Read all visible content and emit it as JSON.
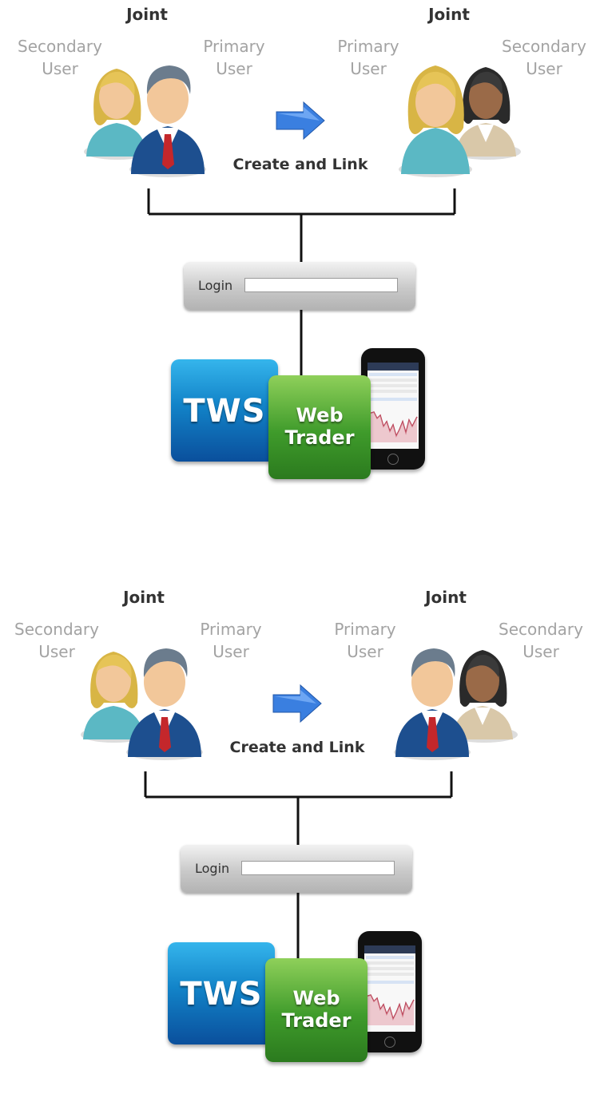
{
  "panels": [
    {
      "left_group": {
        "joint_label": "Joint",
        "secondary_label": "Secondary\nUser",
        "primary_label": "Primary\nUser"
      },
      "right_group": {
        "joint_label": "Joint",
        "primary_label": "Primary\nUser",
        "secondary_label": "Secondary\nUser"
      },
      "action_label": "Create and Link",
      "login_label": "Login",
      "login_value": "",
      "tws_label": "TWS",
      "webtrader_line1": "Web",
      "webtrader_line2": "Trader"
    },
    {
      "left_group": {
        "joint_label": "Joint",
        "secondary_label": "Secondary\nUser",
        "primary_label": "Primary\nUser"
      },
      "right_group": {
        "joint_label": "Joint",
        "primary_label": "Primary\nUser",
        "secondary_label": "Secondary\nUser"
      },
      "action_label": "Create and Link",
      "login_label": "Login",
      "login_value": "",
      "tws_label": "TWS",
      "webtrader_line1": "Web",
      "webtrader_line2": "Trader"
    }
  ],
  "icons": [
    "user-female-blonde-icon",
    "user-male-suit-icon",
    "user-female-dark-icon",
    "arrow-right-icon",
    "tws-app-icon",
    "webtrader-app-icon",
    "mobile-phone-icon"
  ],
  "colors": {
    "line": "#111111",
    "role_text": "#a3a3a3",
    "arrow": "#3a7fe0",
    "tws_blue": "#1283c8",
    "web_green": "#3f9b2b"
  }
}
